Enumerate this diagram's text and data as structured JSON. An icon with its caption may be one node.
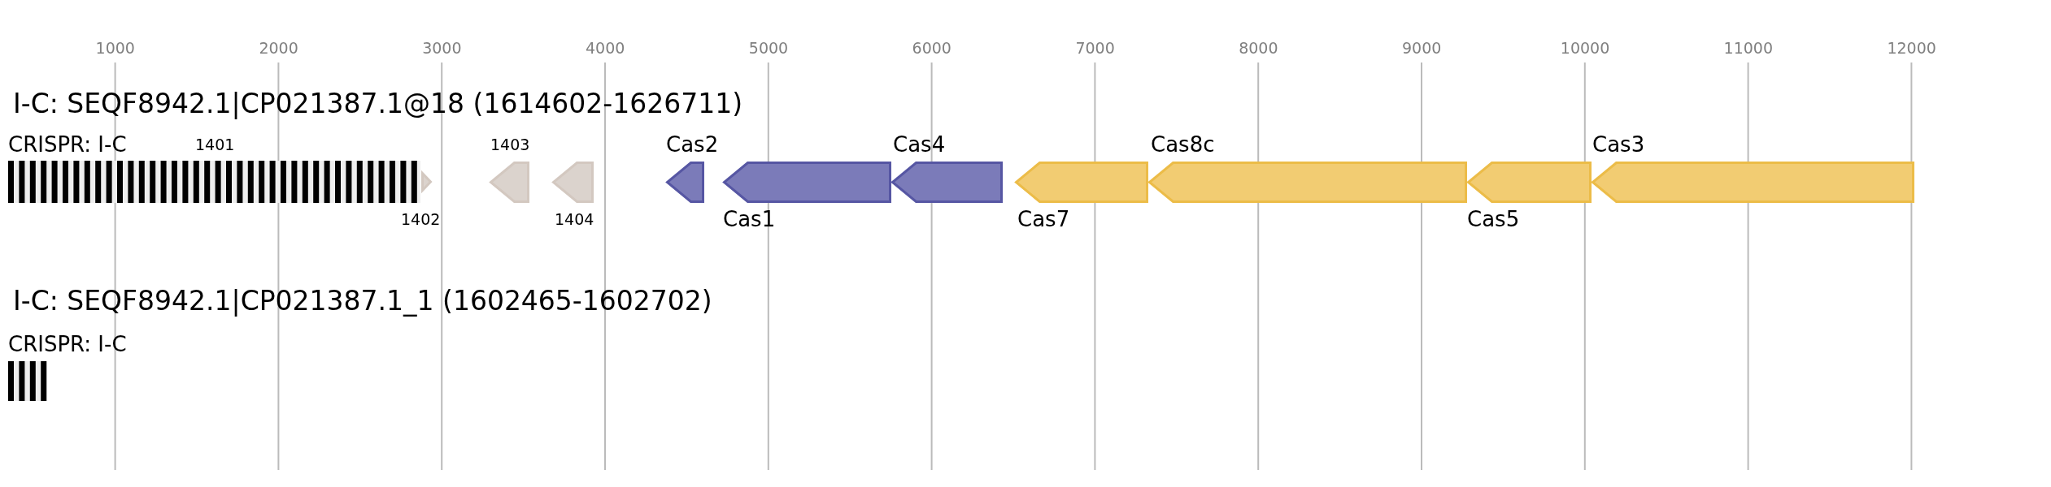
{
  "diagram": {
    "nodes": [
      {
        "text": [
          "CRISPR: I-C",
          "1401"
        ]
      },
      {
        "text": [
          "1402"
        ]
      },
      {
        "text": [
          "1403"
        ]
      },
      {
        "text": [
          "1404"
        ]
      },
      {
        "text": [
          "Cas2"
        ]
      },
      {
        "text": [
          "Cas1"
        ]
      },
      {
        "text": [
          "Cas4"
        ]
      },
      {
        "text": [
          "Cas7"
        ]
      },
      {
        "text": [
          "Cas8c"
        ]
      },
      {
        "text": [
          "Cas5"
        ]
      },
      {
        "text": [
          "Cas3"
        ]
      },
      {
        "text": [
          "CRISPR: I-C"
        ]
      }
    ],
    "labels": [
      "1000",
      "2000",
      "3000",
      "4000",
      "5000",
      "6000",
      "7000",
      "8000",
      "9000",
      "10000",
      "11000",
      "12000",
      "I-C: SEQF8942.1|CP021387.1@18 (1614602-1626711)",
      "I-C: SEQF8942.1|CP021387.1_1 (1602465-1602702)"
    ]
  }
}
